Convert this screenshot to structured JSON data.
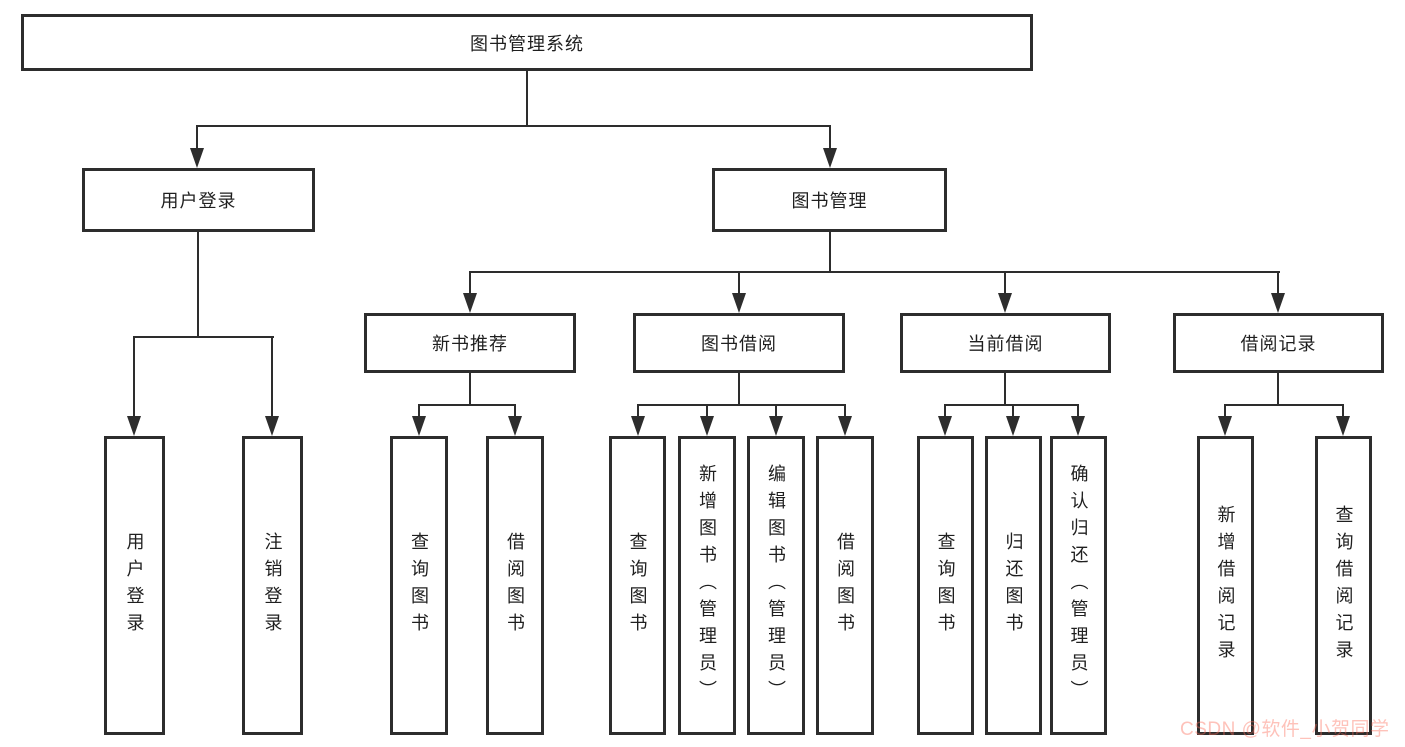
{
  "diagram": {
    "title": "图书管理系统",
    "nodes": {
      "root": {
        "label": "图书管理系统"
      },
      "user_login": {
        "label": "用户登录"
      },
      "book_mgmt": {
        "label": "图书管理"
      },
      "new_books": {
        "label": "新书推荐"
      },
      "book_borrow": {
        "label": "图书借阅"
      },
      "current_borrow": {
        "label": "当前借阅"
      },
      "borrow_records": {
        "label": "借阅记录"
      },
      "leaf_user_login": {
        "label": "用户登录"
      },
      "leaf_logout": {
        "label": "注销登录"
      },
      "leaf_nb_query_books": {
        "label": "查询图书"
      },
      "leaf_nb_borrow_books": {
        "label": "借阅图书"
      },
      "leaf_bb_query_books": {
        "label": "查询图书"
      },
      "leaf_bb_add_books": {
        "label": "新增图书（管理员）"
      },
      "leaf_bb_edit_books": {
        "label": "编辑图书（管理员）"
      },
      "leaf_bb_borrow_books": {
        "label": "借阅图书"
      },
      "leaf_cb_query_books": {
        "label": "查询图书"
      },
      "leaf_cb_return_books": {
        "label": "归还图书"
      },
      "leaf_cb_confirm_return": {
        "label": "确认归还（管理员）"
      },
      "leaf_br_add_record": {
        "label": "新增借阅记录"
      },
      "leaf_br_query_record": {
        "label": "查询借阅记录"
      }
    },
    "colors": {
      "line": "#2d2d2d",
      "text": "#1f1f1f",
      "background": "#ffffff",
      "watermark": "#fc6e5a"
    }
  },
  "watermark": {
    "text": "CSDN @软件_小贺同学"
  }
}
